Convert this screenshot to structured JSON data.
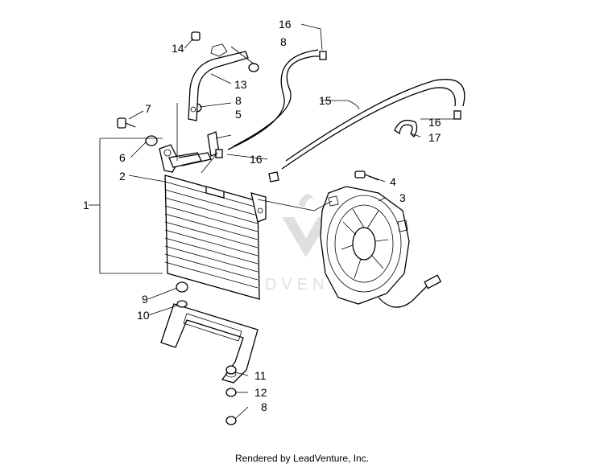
{
  "callouts": {
    "c1": "1",
    "c2": "2",
    "c3": "3",
    "c4": "4",
    "c5": "5",
    "c6": "6",
    "c7": "7",
    "c8a": "8",
    "c8b": "8",
    "c8c": "8",
    "c9": "9",
    "c10": "10",
    "c11": "11",
    "c12": "12",
    "c13": "13",
    "c14": "14",
    "c15": "15",
    "c16a": "16",
    "c16b": "16",
    "c16c": "16",
    "c17": "17"
  },
  "footer": "Rendered by LeadVenture, Inc.",
  "watermark": "LEADVENTURE"
}
